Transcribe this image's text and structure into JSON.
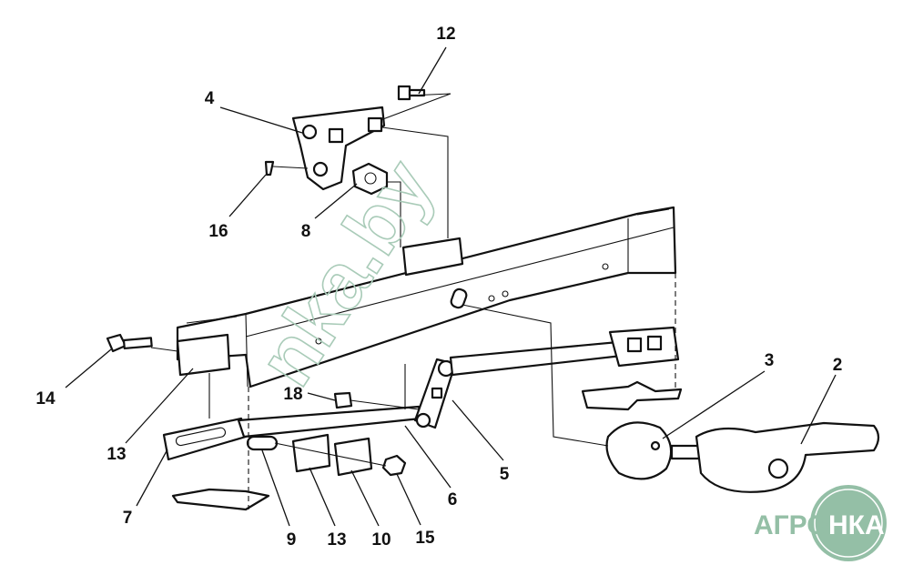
{
  "watermark": "nka.by",
  "logo": {
    "left": "АГРО",
    "right": "НКА",
    "color": "#94bfa6"
  },
  "callouts": [
    {
      "id": "12",
      "label": "12"
    },
    {
      "id": "4",
      "label": "4"
    },
    {
      "id": "16",
      "label": "16"
    },
    {
      "id": "8",
      "label": "8"
    },
    {
      "id": "14",
      "label": "14"
    },
    {
      "id": "13a",
      "label": "13"
    },
    {
      "id": "7",
      "label": "7"
    },
    {
      "id": "18",
      "label": "18"
    },
    {
      "id": "9",
      "label": "9"
    },
    {
      "id": "13b",
      "label": "13"
    },
    {
      "id": "10",
      "label": "10"
    },
    {
      "id": "15",
      "label": "15"
    },
    {
      "id": "6",
      "label": "6"
    },
    {
      "id": "5",
      "label": "5"
    },
    {
      "id": "3",
      "label": "3"
    },
    {
      "id": "2",
      "label": "2"
    }
  ]
}
